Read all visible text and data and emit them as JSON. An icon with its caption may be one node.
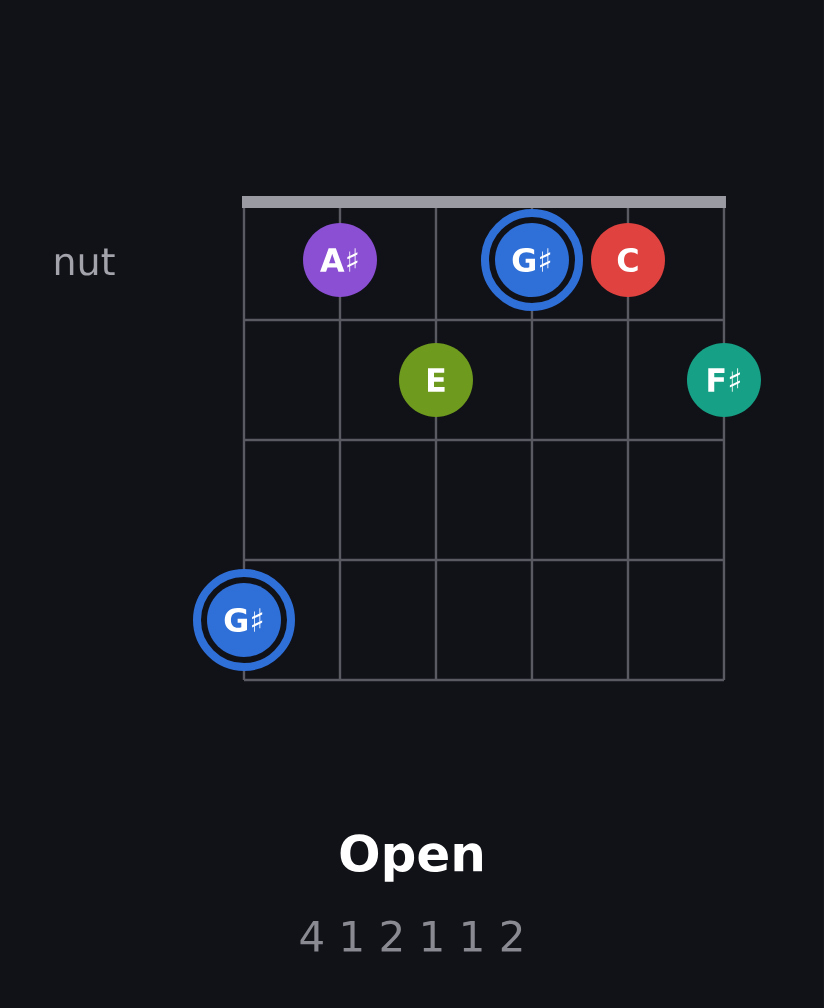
{
  "diagram": {
    "title": "Open",
    "nodes": [
      {
        "text": [
          "A♯"
        ]
      },
      {
        "text": [
          "G♯"
        ]
      },
      {
        "text": [
          "C"
        ]
      },
      {
        "text": [
          "E"
        ]
      },
      {
        "text": [
          "F♯"
        ]
      },
      {
        "text": [
          "G♯"
        ]
      }
    ],
    "labels": [
      "nut",
      "4 1 2 1 1 2"
    ]
  }
}
